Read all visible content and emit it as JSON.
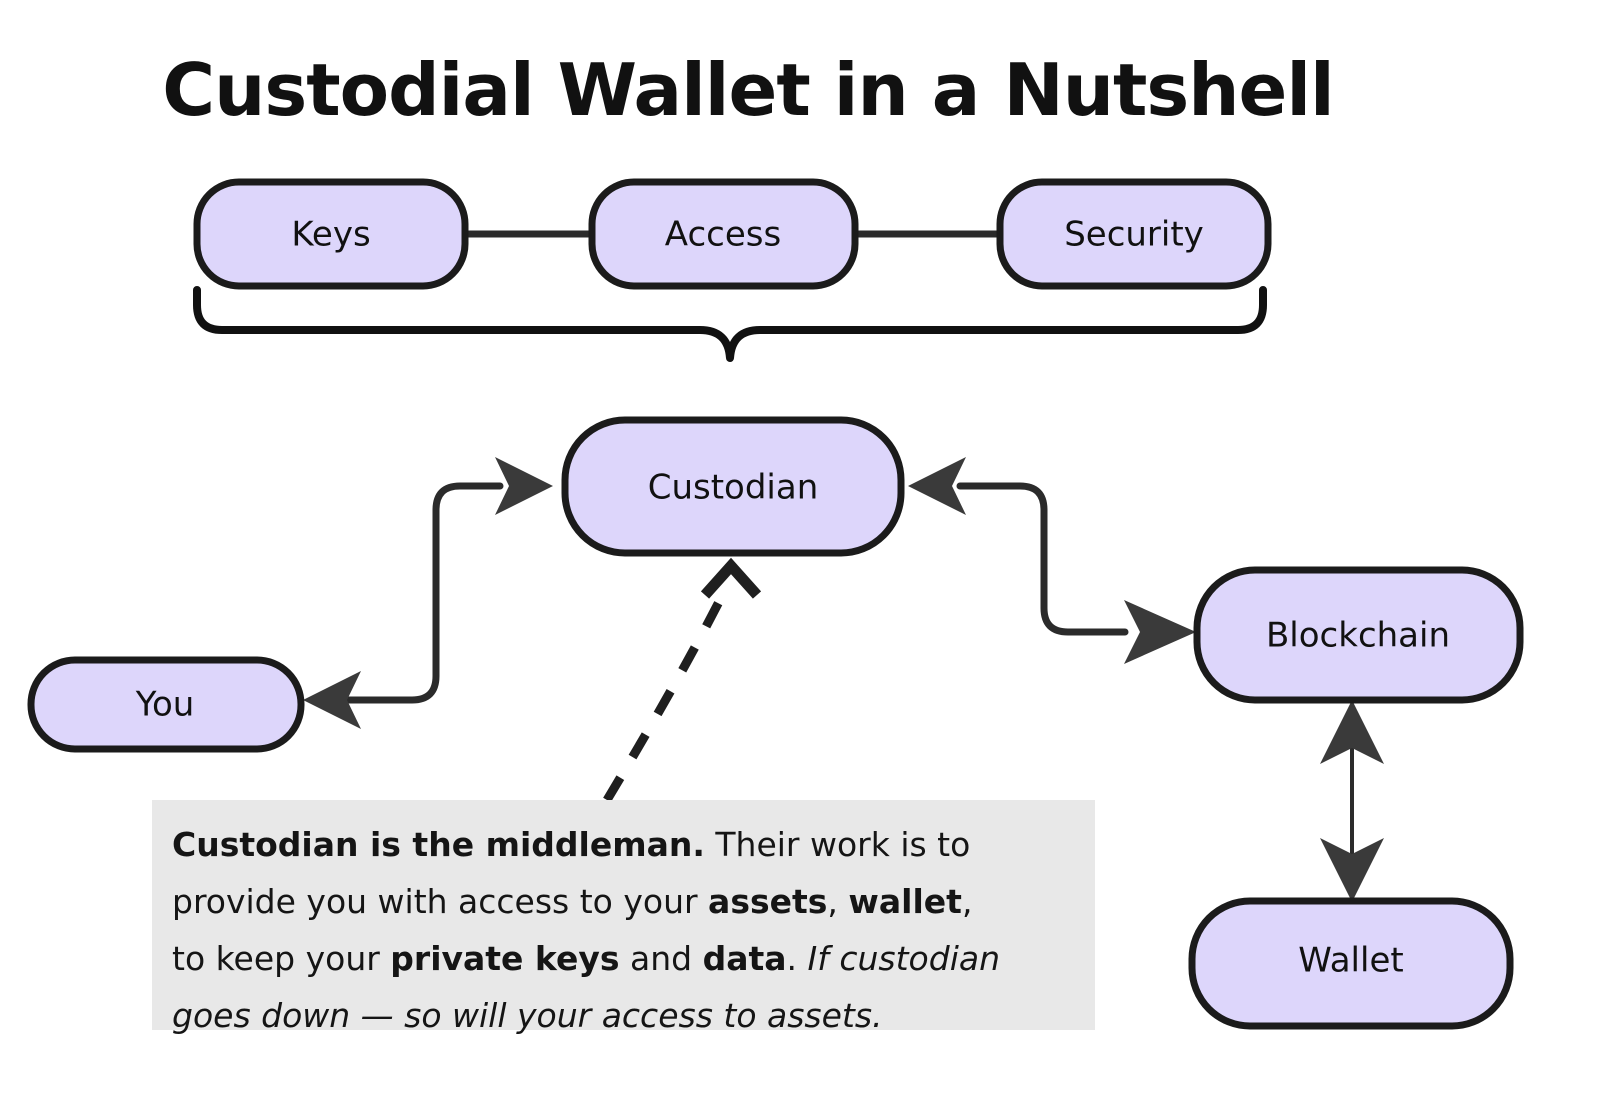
{
  "title": "Custodial Wallet in a Nutshell",
  "colors": {
    "node_fill": "#DDD6FB",
    "node_stroke": "#1b1b1b",
    "edge": "#2b2b2b",
    "note_background": "#E8E8E8",
    "page_background": "#ffffff",
    "text": "#111111"
  },
  "nodes": {
    "keys": "Keys",
    "access": "Access",
    "security": "Security",
    "custodian": "Custodian",
    "you": "You",
    "blockchain": "Blockchain",
    "wallet": "Wallet"
  },
  "note": {
    "lead_bold": "Custodian is the middleman.",
    "line1_rest": " Their work is to",
    "line2_a": "provide you with access to your ",
    "line2_b_bold": "assets",
    "line2_c": ", ",
    "line2_d_bold": "wallet",
    "line2_e": ",",
    "line3_a": "to keep your ",
    "line3_b_bold": "private keys",
    "line3_c": " and ",
    "line3_d_bold": "data",
    "line3_e": ". ",
    "line3_f_italic": "If custodian",
    "line4_italic": "goes down — so will your access to assets.",
    "full_text": "Custodian is the middleman. Their work is to provide you with access to your assets, wallet, to keep your private keys and data. If custodian goes down — so will your access to assets."
  },
  "connections": [
    {
      "from": "keys",
      "to": "access",
      "style": "plain-line"
    },
    {
      "from": "access",
      "to": "security",
      "style": "plain-line"
    },
    {
      "from": "keys-access-security",
      "to": "custodian",
      "style": "brace"
    },
    {
      "from": "you",
      "to": "custodian",
      "style": "bidirectional-elbow"
    },
    {
      "from": "custodian",
      "to": "blockchain",
      "style": "bidirectional-elbow"
    },
    {
      "from": "blockchain",
      "to": "wallet",
      "style": "bidirectional-vertical"
    },
    {
      "from": "note",
      "to": "custodian",
      "style": "dashed-curve-arrow"
    }
  ]
}
